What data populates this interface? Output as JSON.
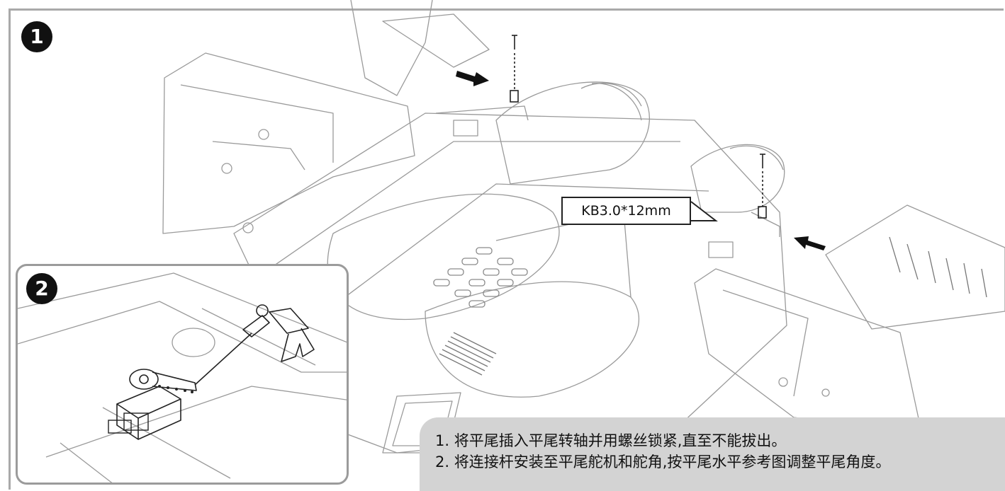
{
  "steps": {
    "step1_badge": "1",
    "step2_badge": "2"
  },
  "callout": {
    "screw_label": "KB3.0*12mm"
  },
  "instructions": {
    "line1": "1. 将平尾插入平尾转轴并用螺丝锁紧,直至不能拔出。",
    "line2": "2. 将连接杆安装至平尾舵机和舵角,按平尾水平参考图调整平尾角度。"
  },
  "colors": {
    "line_art": "#9a9a9a",
    "dark_line": "#222222",
    "instruction_panel": "#d3d3d3",
    "frame_border": "#a9a9a9"
  }
}
